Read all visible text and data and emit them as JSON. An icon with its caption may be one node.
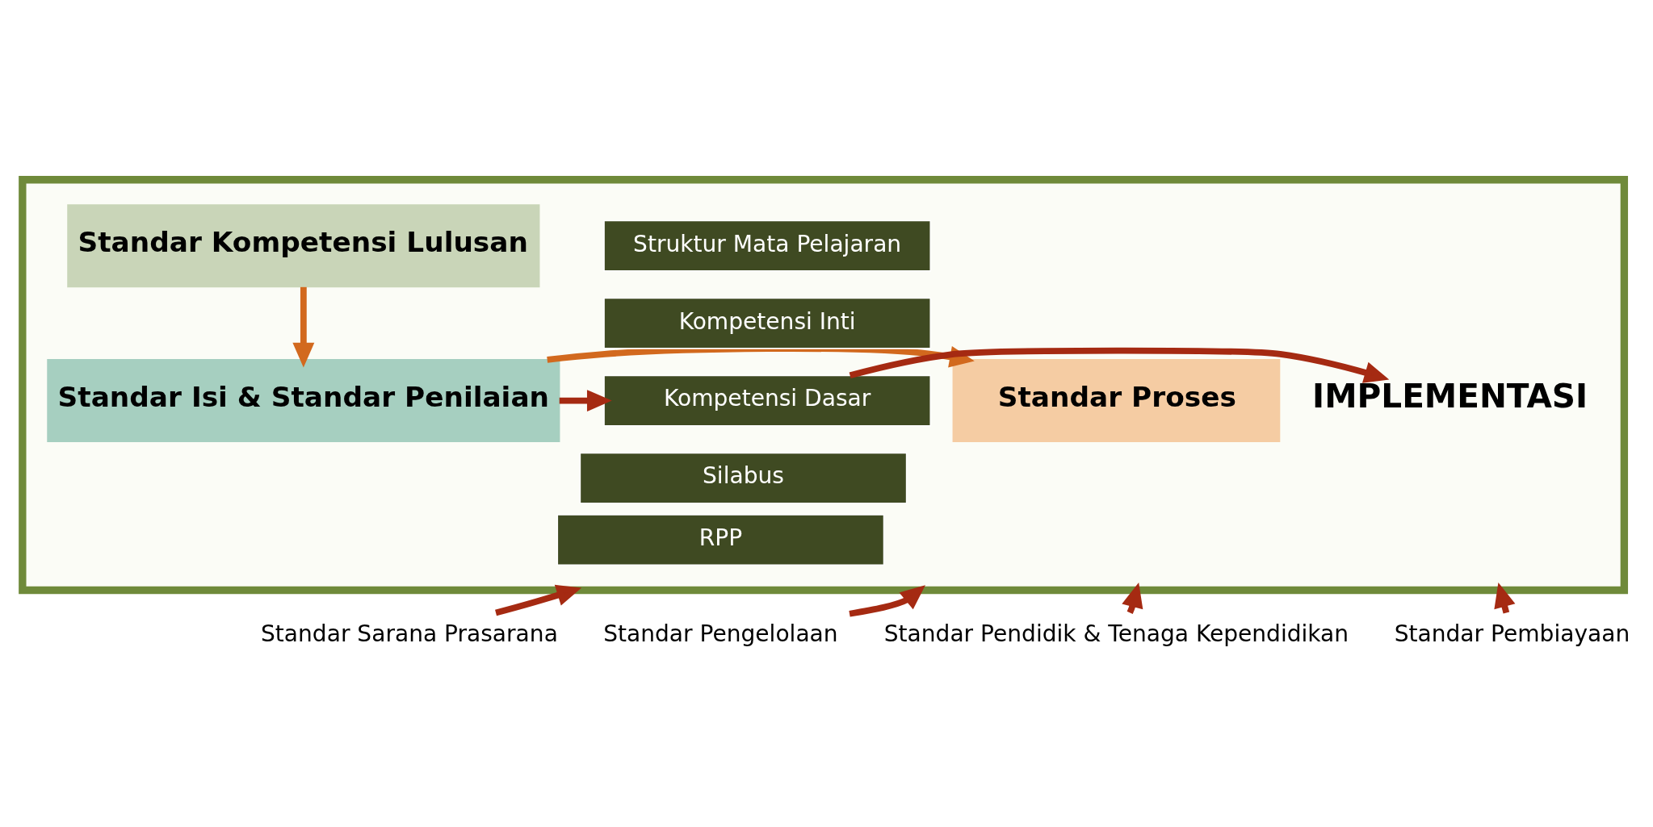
{
  "diagram": {
    "nodes": [
      {
        "text": [],
        "shape": "box"
      },
      {
        "text": [
          "Standar Kompetensi Lulusan"
        ],
        "in": 0
      },
      {
        "text": [
          "Standar Isi & Standar Penilaian"
        ],
        "in": 0
      },
      {
        "text": [
          "Standar Proses"
        ],
        "in": 0
      },
      {
        "text": [
          "Struktur Mata Pelajaran"
        ],
        "in": 0
      },
      {
        "text": [
          "Kompetensi Inti"
        ],
        "in": 0
      },
      {
        "text": [
          "Kompetensi Dasar"
        ],
        "in": 0
      },
      {
        "text": [
          "Silabus"
        ],
        "in": 0
      },
      {
        "text": [
          "RPP"
        ],
        "in": 0
      },
      {
        "text": [
          "IMPLEMENTASI"
        ],
        "in": 0
      },
      {
        "text": [
          "Standar Pendidik & Tenaga Kependidikan"
        ]
      },
      {
        "text": [
          "Standar Sarana Prasarana"
        ]
      },
      {
        "text": [
          "Standar Pengelolaan"
        ]
      },
      {
        "text": [
          "Standar Pembiayaan"
        ]
      }
    ],
    "edges": [
      {
        "from": 1,
        "to": 2,
        "arrow": "to",
        "color": "#d2691e"
      },
      {
        "from": 2,
        "to": 3,
        "arrow": "to",
        "color": "#d2691e"
      },
      {
        "from": 2,
        "to": 6,
        "arrow": "to"
      },
      {
        "from": 6,
        "to": 9,
        "arrow": "to"
      },
      {
        "from": 10,
        "to": 0,
        "arrow": "to"
      },
      {
        "from": 11,
        "to": 0,
        "arrow": "to"
      },
      {
        "from": 12,
        "to": 0,
        "arrow": "to"
      },
      {
        "from": 13,
        "to": 0,
        "arrow": "to"
      }
    ]
  }
}
